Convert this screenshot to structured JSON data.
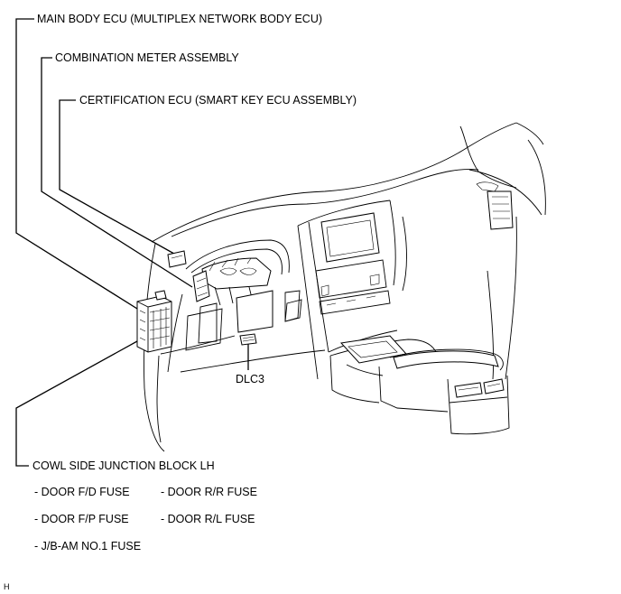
{
  "labels": {
    "main_body_ecu": "MAIN BODY ECU (MULTIPLEX NETWORK BODY ECU)",
    "combination_meter": "COMBINATION METER ASSEMBLY",
    "certification_ecu": "CERTIFICATION  ECU (SMART KEY ECU ASSEMBLY)",
    "dlc3": "DLC3",
    "cowl_side_jb": "COWL SIDE JUNCTION BLOCK LH"
  },
  "fuses": {
    "door_fd": "- DOOR F/D FUSE",
    "door_rr": "- DOOR R/R FUSE",
    "door_fp": "- DOOR F/P FUSE",
    "door_rl": "- DOOR R/L FUSE",
    "jb_am1": "- J/B-AM NO.1 FUSE"
  },
  "corner_mark": "H"
}
